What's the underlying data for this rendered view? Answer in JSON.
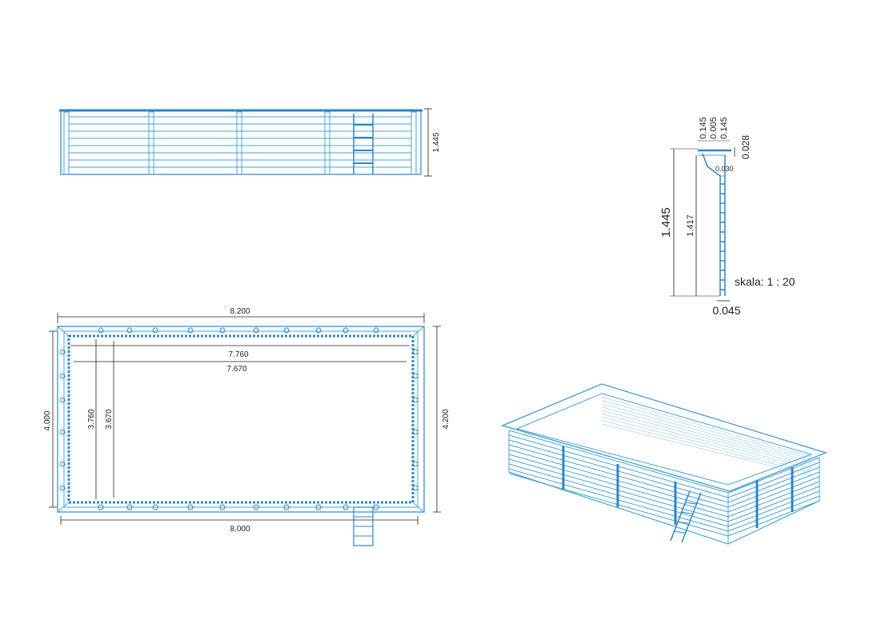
{
  "colors": {
    "structure": "#4aa3d8",
    "structure_dark": "#2c86c4",
    "dimension": "#222222",
    "background": "#ffffff"
  },
  "elevation": {
    "height": "1.445"
  },
  "plan": {
    "outer_length": "8.200",
    "inner_length_1": "7.760",
    "inner_length_2": "7.670",
    "base_length": "8.000",
    "outer_width_left": "4.000",
    "inner_width_1": "3.760",
    "inner_width_2": "3.670",
    "outer_width_right": "4.200"
  },
  "section": {
    "top_1": "0.145",
    "top_2": "0.005",
    "top_3": "0.145",
    "top_offset": "0.028",
    "board": "0.030",
    "total_height": "1.445",
    "wall_height": "1.417",
    "wall_thickness": "0.045",
    "scale": "skala: 1 : 20"
  }
}
